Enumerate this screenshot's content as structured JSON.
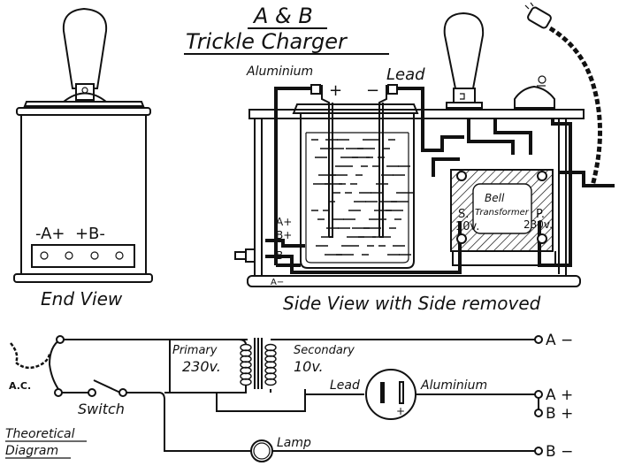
{
  "title": {
    "line1": "A & B",
    "line2": "Trickle Charger"
  },
  "end_view": {
    "caption": "End View",
    "terminal_label": "-A+  +B-",
    "terminal_count": 4
  },
  "side_view": {
    "caption": "Side View with Side removed",
    "electrode_left": "Aluminium",
    "electrode_right": "Lead",
    "plus_sign": "+",
    "minus_sign": "−",
    "terminals": [
      "A+",
      "B+",
      "B−"
    ],
    "bottom_terminal": "A−",
    "transformer": {
      "name_line1": "Bell",
      "name_line2": "Transformer",
      "secondary_label": "S.",
      "secondary_volts": "10v.",
      "primary_label": "P.",
      "primary_volts": "230v."
    }
  },
  "theoretical": {
    "caption_line1": "Theoretical",
    "caption_line2": "Diagram",
    "ac_label": "A.C.",
    "switch_label": "Switch",
    "primary_label": "Primary",
    "primary_volts": "230v.",
    "secondary_label": "Secondary",
    "secondary_volts": "10v.",
    "cell_left": "Lead",
    "cell_right": "Aluminium",
    "cell_plus": "+",
    "lamp_label": "Lamp",
    "outputs": [
      "A −",
      "A +",
      "B +",
      "B −"
    ]
  }
}
